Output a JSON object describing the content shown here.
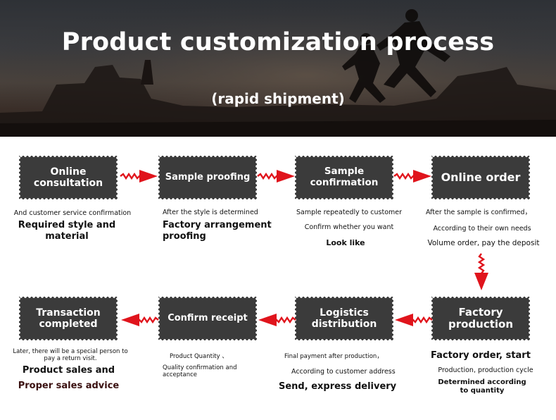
{
  "hero": {
    "title": "Product customization process",
    "subtitle": "(rapid shipment)"
  },
  "steps": [
    {
      "label_line1": "Online",
      "label_line2": "consultation",
      "desc_small": "And customer service confirmation",
      "desc_bold1": "Required style and",
      "desc_bold2": "material"
    },
    {
      "label": "Sample proofing",
      "desc_small": "After the style is determined",
      "desc_bold1": "Factory arrangement",
      "desc_bold2": "proofing"
    },
    {
      "label_line1": "Sample",
      "label_line2": "confirmation",
      "desc_line1": "Sample repeatedly to customer",
      "desc_line2": "Confirm whether you want",
      "desc_line3": "Look like"
    },
    {
      "label": "Online order",
      "desc_line1": "After the sample is confirmed",
      "desc_comma": "，",
      "desc_line2": "According to their own needs",
      "desc_line3": "Volume order, pay the deposit"
    },
    {
      "label_line1": "Factory",
      "label_line2": "production",
      "desc_bold1": "Factory order, start",
      "desc_line2": "Production, production cycle",
      "desc_line3": "Determined according",
      "desc_line4": "to quantity"
    },
    {
      "label_line1": "Logistics",
      "label_line2": "distribution",
      "desc_line1": "Final payment after production",
      "desc_comma": "，",
      "desc_line2": "According to customer address",
      "desc_bold3": "Send, express delivery"
    },
    {
      "label": "Confirm receipt",
      "desc_line1": "Product Quantity",
      "desc_mark": "、",
      "desc_line2": "Quality confirmation and",
      "desc_line3": "acceptance"
    },
    {
      "label_line1": "Transaction",
      "label_line2": "completed",
      "desc_line1": "Later, there will be a special person to",
      "desc_line2": "pay a return visit.",
      "desc_bold3": "Product sales and",
      "desc_bold4": "Proper sales advice"
    }
  ],
  "colors": {
    "box": "#3b3b3b",
    "arrow": "#e0141c",
    "hero_text": "#ffffff",
    "advice_text": "#3a1010"
  }
}
